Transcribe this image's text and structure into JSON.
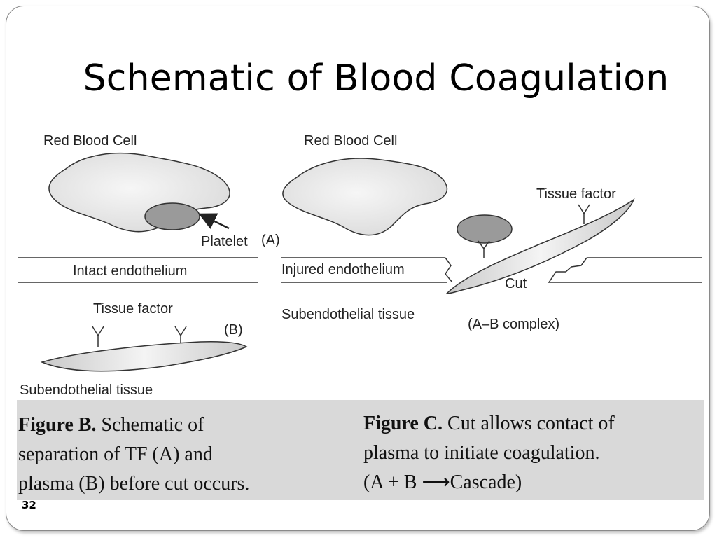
{
  "slide": {
    "title": "Schematic of Blood Coagulation",
    "page_number": "32"
  },
  "figure_b": {
    "red_blood_cell": "Red Blood Cell",
    "platelet": "Platelet",
    "marker_a": "(A)",
    "intact_endothelium": "Intact endothelium",
    "tissue_factor": "Tissue factor",
    "marker_b": "(B)",
    "subendothelial_tissue": "Subendothelial tissue",
    "caption_bold": "Figure B.",
    "caption_line1": " Schematic of",
    "caption_line2": "separation of TF (A) and",
    "caption_line3": "plasma (B) before cut occurs."
  },
  "figure_c": {
    "red_blood_cell": "Red Blood Cell",
    "tissue_factor": "Tissue factor",
    "injured_endothelium": "Injured endothelium",
    "cut": "Cut",
    "subendothelial_tissue": "Subendothelial tissue",
    "complex": "(A–B complex)",
    "caption_bold": "Figure C.",
    "caption_line1": " Cut allows contact of",
    "caption_line2": "plasma to initiate coagulation.",
    "caption_line3_a": "(A + B ",
    "caption_arrow": "⟶",
    "caption_line3_b": "Cascade)"
  },
  "colors": {
    "cell_fill": "#e8e8e8",
    "platelet_fill": "#9a9a9a",
    "caption_band": "#d9d9d9",
    "outline": "#333333"
  }
}
